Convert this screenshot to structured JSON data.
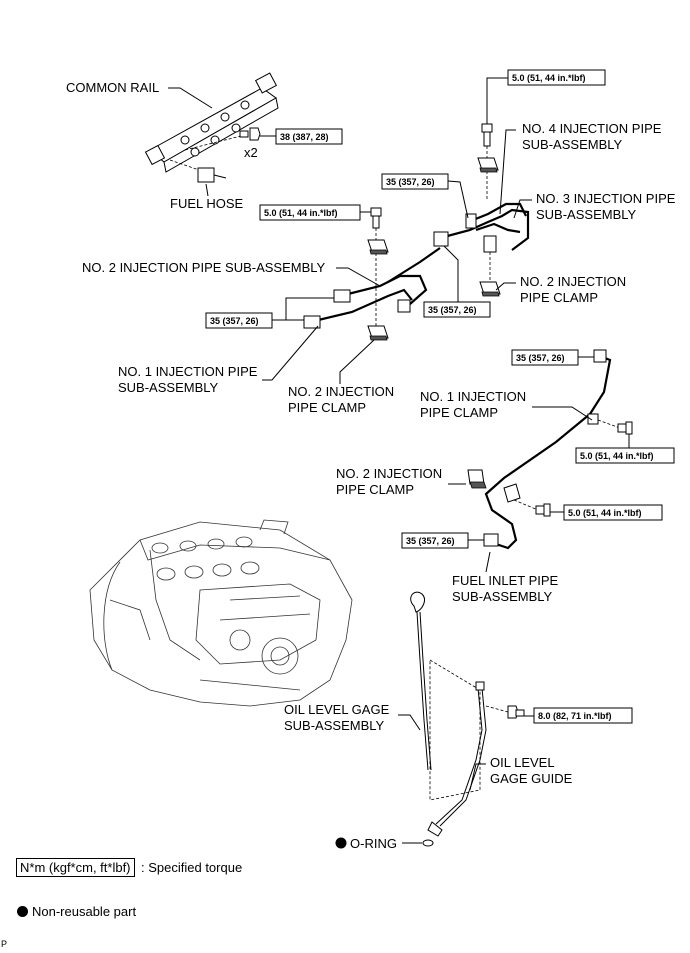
{
  "labels": {
    "common_rail": "COMMON RAIL",
    "fuel_hose": "FUEL HOSE",
    "x2": "x2",
    "no4_pipe_1": "NO. 4 INJECTION PIPE",
    "no4_pipe_2": "SUB-ASSEMBLY",
    "no3_pipe_1": "NO. 3 INJECTION PIPE",
    "no3_pipe_2": "SUB-ASSEMBLY",
    "no2_pipe": "NO. 2 INJECTION PIPE SUB-ASSEMBLY",
    "no2_clamp_right_1": "NO. 2 INJECTION",
    "no2_clamp_right_2": "PIPE CLAMP",
    "no1_pipe_1": "NO. 1 INJECTION PIPE",
    "no1_pipe_2": "SUB-ASSEMBLY",
    "no2_clamp_mid_1": "NO. 2 INJECTION",
    "no2_clamp_mid_2": "PIPE CLAMP",
    "no1_clamp_1": "NO. 1 INJECTION",
    "no1_clamp_2": "PIPE CLAMP",
    "no2_clamp_low_1": "NO. 2 INJECTION",
    "no2_clamp_low_2": "PIPE CLAMP",
    "fuel_inlet_1": "FUEL INLET PIPE",
    "fuel_inlet_2": "SUB-ASSEMBLY",
    "oil_gage_1": "OIL LEVEL GAGE",
    "oil_gage_2": "SUB-ASSEMBLY",
    "oil_guide_1": "OIL LEVEL",
    "oil_guide_2": "GAGE GUIDE",
    "o_ring": "O-RING",
    "corner": "P"
  },
  "torques": {
    "t_top": "5.0 (51, 44 in.*lbf)",
    "t_rail": "38 (387, 28)",
    "t_35_a": "35 (357, 26)",
    "t_5_mid": "5.0 (51, 44 in.*lbf)",
    "t_35_b": "35 (357, 26)",
    "t_35_c": "35 (357, 26)",
    "t_35_d": "35 (357, 26)",
    "t_5_r1": "5.0 (51, 44 in.*lbf)",
    "t_5_r2": "5.0 (51, 44 in.*lbf)",
    "t_35_e": "35 (357, 26)",
    "t_8": "8.0 (82, 71 in.*lbf)"
  },
  "legend": {
    "torque_unit": "N*m (kgf*cm, ft*lbf)",
    "torque_desc": ": Specified torque",
    "nonreusable": "Non-reusable part"
  }
}
